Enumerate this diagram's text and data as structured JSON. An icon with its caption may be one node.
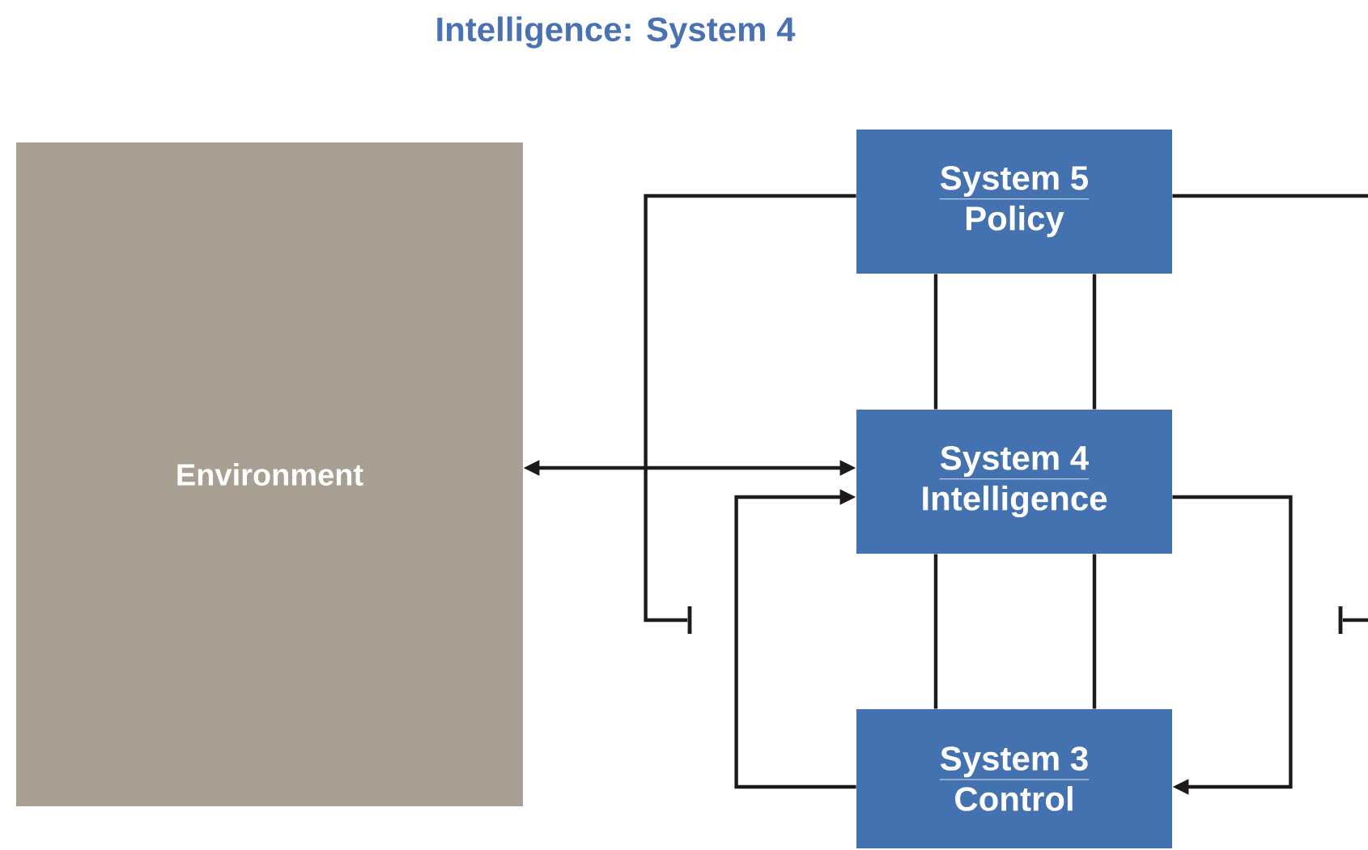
{
  "diagram": {
    "title": "Intelligence: System 4",
    "nodes": [
      {
        "text": [
          "Environment"
        ]
      },
      {
        "text": [
          "System 5",
          "Policy"
        ]
      },
      {
        "text": [
          "System 4",
          "Intelligence"
        ]
      },
      {
        "text": [
          "System 3",
          "Control"
        ]
      },
      {
        "text": [],
        "shape": "bar"
      },
      {
        "text": [],
        "shape": "bar"
      }
    ],
    "edges": [
      {
        "from": 0,
        "to": 2,
        "arrow": "both"
      },
      {
        "from": 1,
        "to": 2,
        "arrow": "none"
      },
      {
        "from": 1,
        "to": 2,
        "arrow": "none"
      },
      {
        "from": 2,
        "to": 3,
        "arrow": "none"
      },
      {
        "from": 2,
        "to": 3,
        "arrow": "none"
      },
      {
        "from": 3,
        "to": 2,
        "arrow": "to"
      },
      {
        "from": 2,
        "to": 3,
        "arrow": "to"
      },
      {
        "from": 1,
        "to": 4,
        "arrow": "none"
      },
      {
        "from": 1,
        "to": null,
        "arrow": "none"
      },
      {
        "from": null,
        "to": 5,
        "arrow": "none"
      }
    ]
  }
}
